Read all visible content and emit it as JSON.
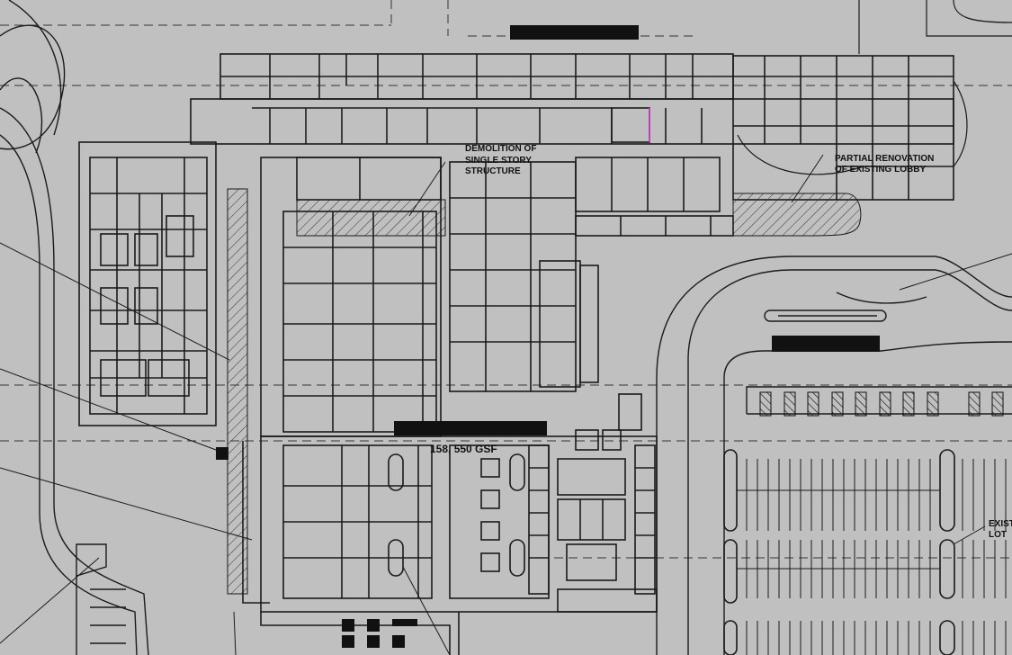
{
  "labels": {
    "demolition": [
      "DEMOLITION OF",
      "SINGLE STORY",
      "STRUCTURE"
    ],
    "renovation": [
      "PARTIAL RENOVATION",
      "OF EXISTING LOBBY"
    ],
    "area": "158, 550 GSF",
    "existing_lot": [
      "EXIST",
      "LOT"
    ]
  },
  "colors": {
    "background": "#c0c0c0",
    "linework": "#1a1a1a",
    "accent": "#c040c0"
  }
}
